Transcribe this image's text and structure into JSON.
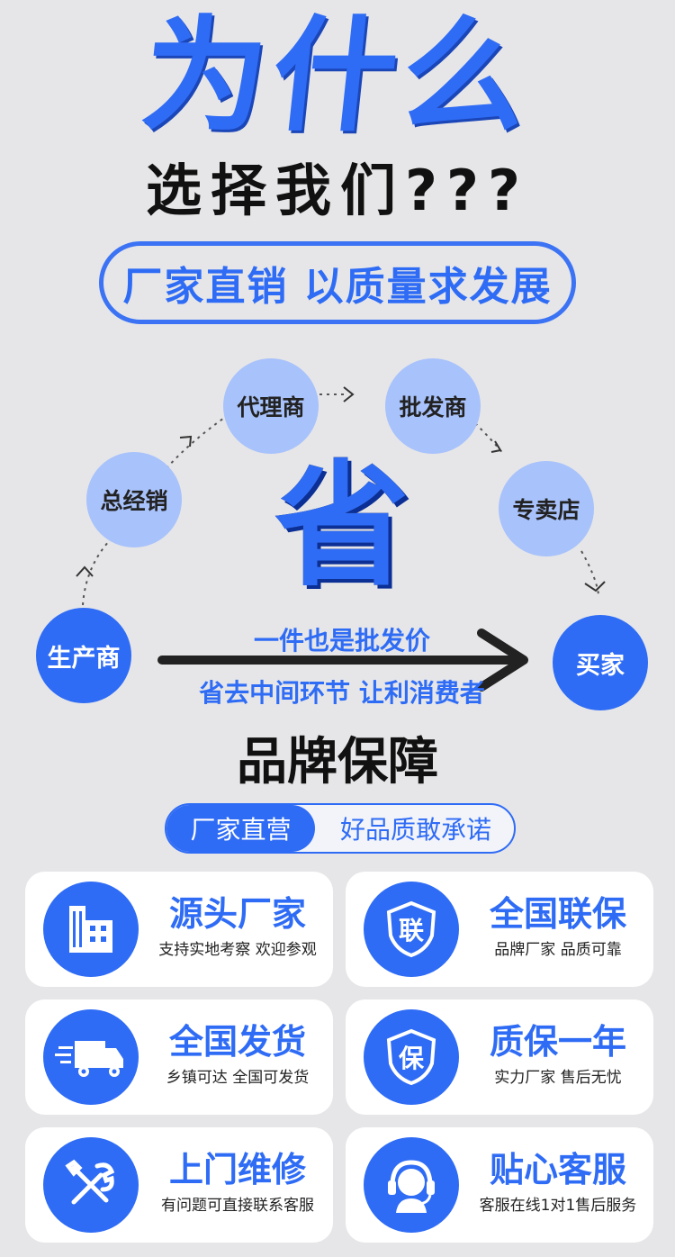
{
  "hero": {
    "title": "为什么",
    "subtitle": "选择我们???"
  },
  "slogan": "厂家直销 以质量求发展",
  "flow": {
    "nodes": [
      "生产商",
      "总经销",
      "代理商",
      "批发商",
      "专卖店",
      "买家"
    ],
    "center": "省",
    "arrow_top_text": "一件也是批发价",
    "arrow_bottom_text": "省去中间环节 让利消费者"
  },
  "brand": {
    "title": "品牌保障",
    "tag_left": "厂家直营",
    "tag_right": "好品质敢承诺"
  },
  "cards": [
    {
      "title": "源头厂家",
      "desc": "支持实地考察 欢迎参观",
      "icon": "factory-building-icon"
    },
    {
      "title": "全国联保",
      "desc": "品牌厂家 品质可靠",
      "icon": "shield-lian-icon",
      "icon_text": "联"
    },
    {
      "title": "全国发货",
      "desc": "乡镇可达 全国可发货",
      "icon": "delivery-truck-icon"
    },
    {
      "title": "质保一年",
      "desc": "实力厂家 售后无忧",
      "icon": "shield-bao-icon",
      "icon_text": "保"
    },
    {
      "title": "上门维修",
      "desc": "有问题可直接联系客服",
      "icon": "wrench-screwdriver-icon"
    },
    {
      "title": "贴心客服",
      "desc": "客服在线1对1售后服务",
      "icon": "headset-agent-icon"
    }
  ],
  "colors": {
    "accent": "#2f6cf5",
    "light_node": "#a8c2fb",
    "background": "#e6e6e8"
  }
}
